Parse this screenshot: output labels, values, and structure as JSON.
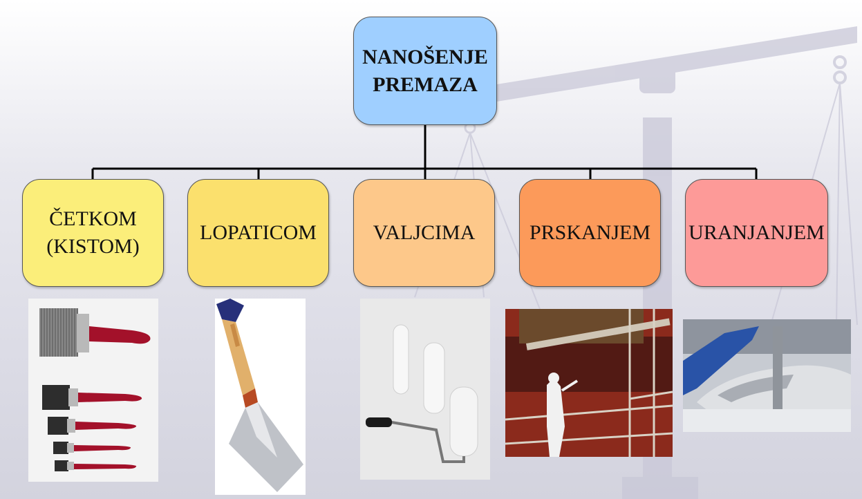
{
  "diagram": {
    "root": {
      "label": "NANOŠENJE\nPREMAZA"
    },
    "children": [
      {
        "label": "ČETKOM\n(KISTOM)",
        "image": "paint-brushes-photo"
      },
      {
        "label": "LOPATICOM",
        "image": "putty-knife-photo"
      },
      {
        "label": "VALJCIMA",
        "image": "paint-rollers-photo"
      },
      {
        "label": "PRSKANJEM",
        "image": "spray-painting-ship-photo"
      },
      {
        "label": "URANJANJEM",
        "image": "car-body-dip-photo"
      }
    ]
  },
  "colors": {
    "root": "#9fcfff",
    "child1": "#fbee7a",
    "child2": "#fbe06d",
    "child3": "#fdc88a",
    "child4": "#fc9a5a",
    "child5": "#fd9a98"
  }
}
